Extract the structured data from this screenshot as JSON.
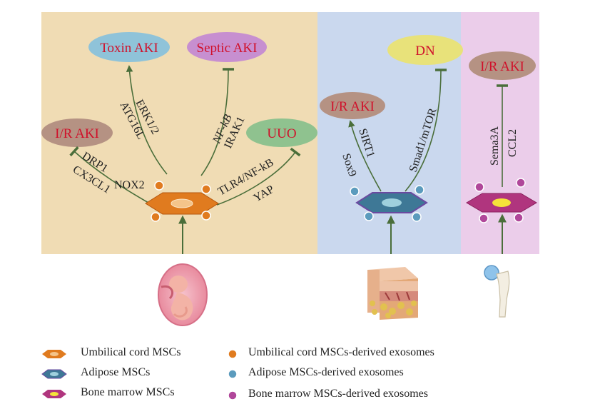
{
  "panels": {
    "umbilical": {
      "diseases": [
        "Toxin AKI",
        "Septic AKI",
        "I/R AKI",
        "UUO"
      ],
      "mediators": {
        "toxin": [
          "ERK1/2",
          "ATG16L"
        ],
        "septic": [
          "NF-kB",
          "IRAK1"
        ],
        "ir": [
          "DRP1",
          "NOX2",
          "CX3CL1"
        ],
        "uuo": [
          "TLR4/NF-kB",
          "YAP"
        ]
      }
    },
    "adipose": {
      "diseases": [
        "I/R AKI",
        "DN"
      ],
      "mediators": {
        "ir": [
          "SIRT1",
          "Sox9"
        ],
        "dn": [
          "Smad1/mTOR"
        ]
      }
    },
    "bone_marrow": {
      "diseases": [
        "I/R AKI"
      ],
      "mediators": {
        "ir": [
          "Sema3A",
          "CCL2"
        ]
      }
    }
  },
  "legend": [
    {
      "label": "Umbilical cord MSCs",
      "kind": "cell",
      "color": "#e07b1f"
    },
    {
      "label": "Adipose MSCs",
      "kind": "cell",
      "color": "#3e7896"
    },
    {
      "label": "Bone marrow MSCs",
      "kind": "cell",
      "color": "#b0357e"
    },
    {
      "label": "Umbilical cord MSCs-derived exosomes",
      "kind": "exosome",
      "color": "#e07b1f"
    },
    {
      "label": "Adipose MSCs-derived exosomes",
      "kind": "exosome",
      "color": "#5b9bbd"
    },
    {
      "label": "Bone marrow MSCs-derived exosomes",
      "kind": "exosome",
      "color": "#b0479a"
    }
  ],
  "colors": {
    "umbilical_bg": "#f0dcb4",
    "adipose_bg": "#cad8ee",
    "bone_marrow_bg": "#ebcdea",
    "arrow": "#4a6e3a",
    "disease_text": "#d0102a"
  }
}
